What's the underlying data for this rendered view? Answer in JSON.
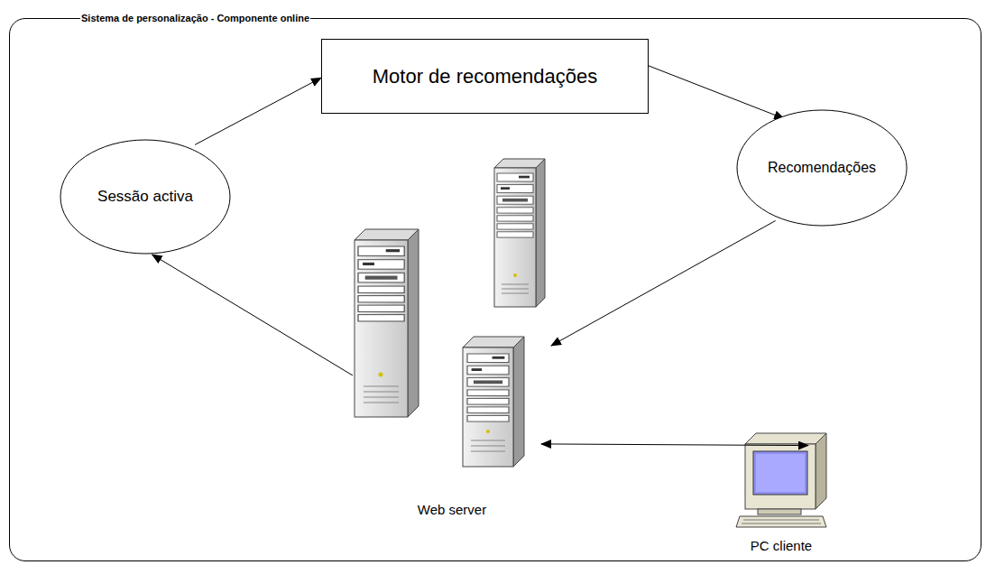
{
  "diagram": {
    "nodes": [
      {
        "text": [
          "Sistema de personalização - Componente online"
        ]
      },
      {
        "text": [
          "Sessão activa"
        ],
        "in": 0
      },
      {
        "text": [
          "Motor de recomendações"
        ],
        "in": 0
      },
      {
        "text": [
          "Recomendações"
        ],
        "in": 0
      },
      {
        "text": [
          "Web server"
        ],
        "in": 0
      },
      {
        "text": [
          "PC cliente"
        ],
        "in": 0
      }
    ],
    "edges": [
      {
        "from": 4,
        "to": 1,
        "arrow": "to"
      },
      {
        "from": 1,
        "to": 2,
        "arrow": "to"
      },
      {
        "from": 2,
        "to": 3,
        "arrow": "to"
      },
      {
        "from": 3,
        "to": 4,
        "arrow": "to"
      },
      {
        "from": 4,
        "to": 5,
        "arrow": "both"
      }
    ]
  }
}
